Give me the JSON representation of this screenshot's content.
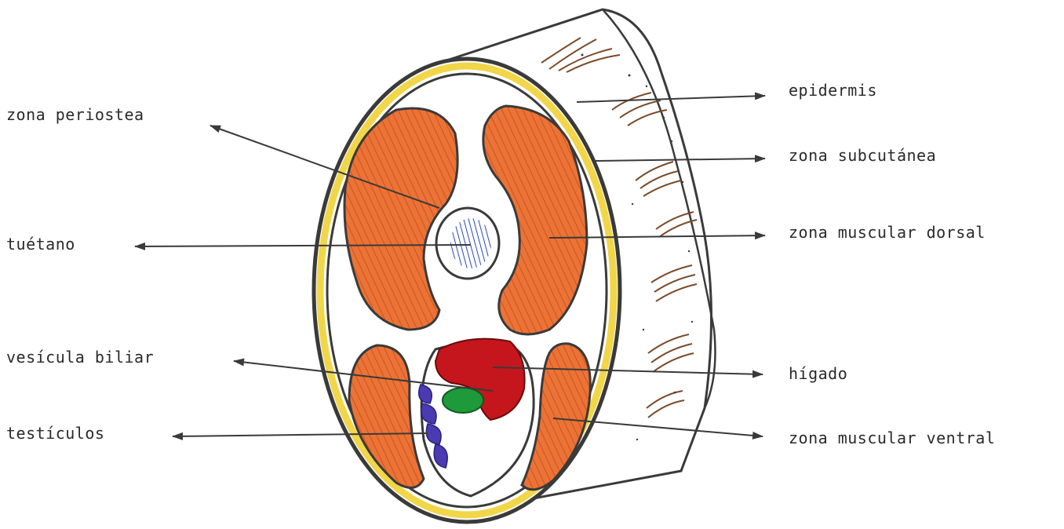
{
  "labels": {
    "left": {
      "periosteal_zone": "zona periostea",
      "marrow": "tuétano",
      "gallbladder": "vesícula biliar",
      "testes": "testículos"
    },
    "right": {
      "epidermis": "epidermis",
      "subcutaneous_zone": "zona subcutánea",
      "dorsal_muscle_zone": "zona muscular dorsal",
      "liver": "hígado",
      "ventral_muscle_zone": "zona muscular ventral"
    }
  },
  "colors": {
    "outline": "#3a3a3a",
    "subcutaneous_yellow": "#f2d64a",
    "muscle_orange": "#e96a2e",
    "muscle_hatch": "#c94b1c",
    "marrow_blue": "#2747c9",
    "liver_red": "#c4161c",
    "gallbladder_green": "#1f9a3a",
    "testes_purple": "#4b3bb0",
    "skin_hatch_brown": "#7a4a2a",
    "arrow": "#3a3a3a"
  }
}
